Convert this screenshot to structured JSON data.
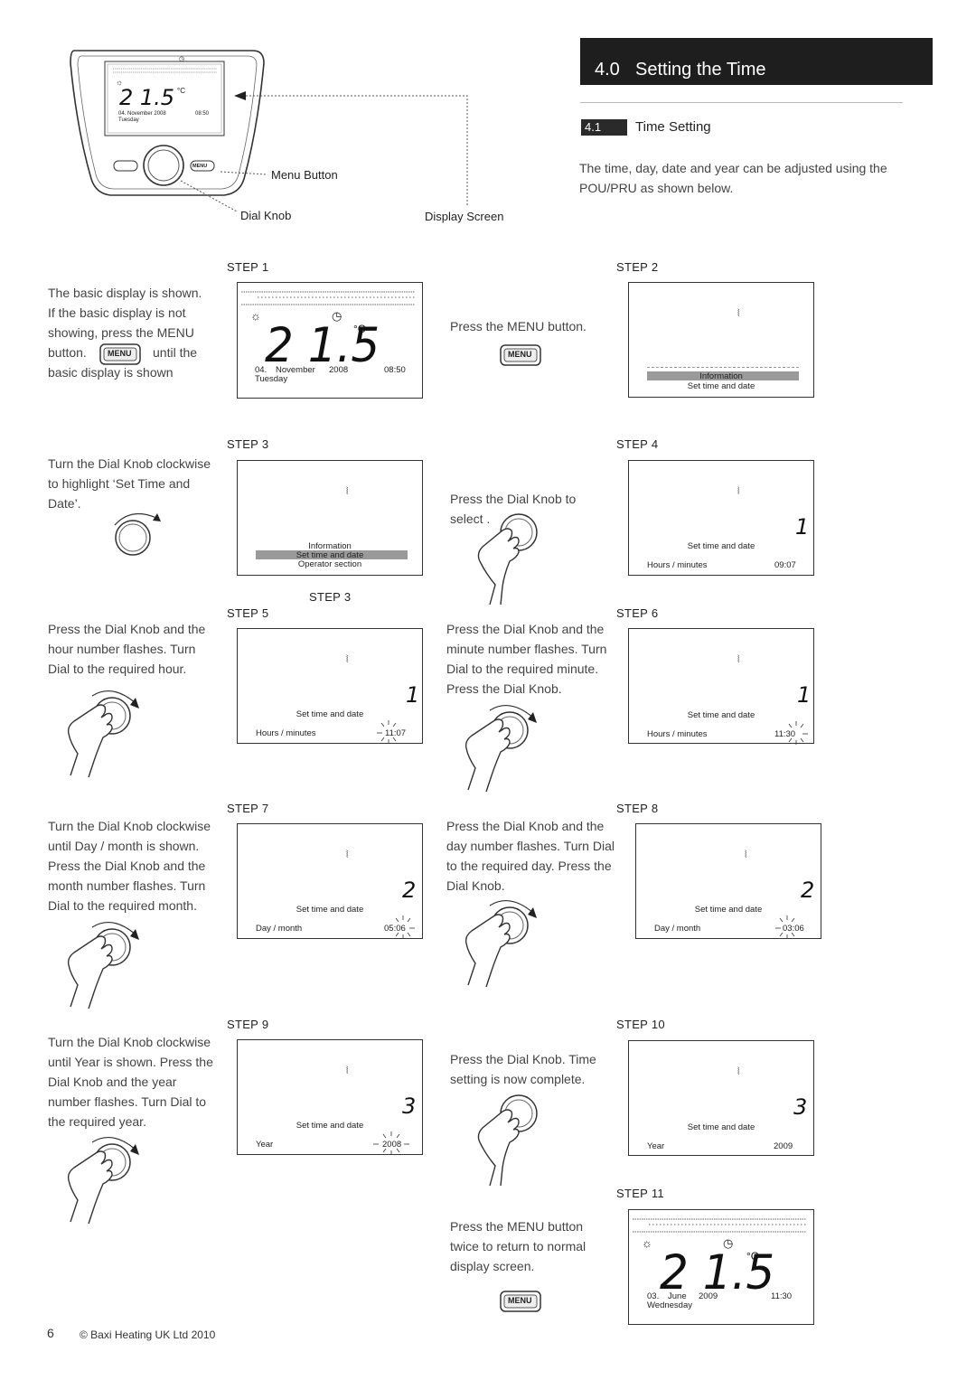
{
  "header": {
    "number": "4.0",
    "title": "Setting the Time"
  },
  "subsection": {
    "number": "4.1",
    "title": "Time Setting"
  },
  "intro": {
    "line1": "The time, day, date and year can be adjusted using the",
    "line2": "POU/PRU as shown below."
  },
  "device": {
    "labels": {
      "menu_button": "Menu Button",
      "dial_knob": "Dial Knob",
      "display_screen": "Display Screen"
    },
    "screen": {
      "temp": "2 1.5",
      "unit": "°C",
      "date": "04. November 2008",
      "time": "08:50",
      "weekday": "Tuesday"
    },
    "menu_text": "MENU"
  },
  "steps": {
    "s1": {
      "label": "STEP 1",
      "date_day": "04.",
      "month": "November",
      "year": "2008",
      "time": "08:50",
      "weekday": "Tuesday",
      "temp": "2 1.5",
      "unit": "°C"
    },
    "s2": {
      "label": "STEP 2",
      "menu1": "Information",
      "menu2": "Set time and date"
    },
    "s3": {
      "label": "STEP 3",
      "menu1": "Information",
      "menu2": "Set time and date",
      "menu3": "Operator section",
      "label_below": "STEP 3"
    },
    "s4": {
      "label": "STEP 4",
      "digit": "1",
      "title": "Set time and date",
      "field": "Hours / minutes",
      "value": "09:07"
    },
    "s5": {
      "label": "STEP 5",
      "digit": "1",
      "title": "Set time and date",
      "field": "Hours / minutes",
      "value": "11:07"
    },
    "s6": {
      "label": "STEP 6",
      "digit": "1",
      "title": "Set time and date",
      "field": "Hours / minutes",
      "value": "11:30"
    },
    "s7": {
      "label": "STEP 7",
      "digit": "2",
      "title": "Set time and date",
      "field": "Day / month",
      "value": "05:06"
    },
    "s8": {
      "label": "STEP 8",
      "digit": "2",
      "title": "Set time and date",
      "field": "Day / month",
      "value": "03:06"
    },
    "s9": {
      "label": "STEP 9",
      "digit": "3",
      "title": "Set time and date",
      "field": "Year",
      "value": "2008"
    },
    "s10": {
      "label": "STEP 10",
      "digit": "3",
      "title": "Set time and date",
      "field": "Year",
      "value": "2009"
    },
    "s11": {
      "label": "STEP 11",
      "date_day": "03.",
      "month": "June",
      "year": "2009",
      "time": "11:30",
      "weekday": "Wednesday",
      "temp": "2 1.5",
      "unit": "°C"
    }
  },
  "instructions": {
    "i1": [
      "The basic display is shown.",
      "If the basic display is not",
      "showing, press the MENU"
    ],
    "i1_button": "button.",
    "i1_until": "until the",
    "i1_last": "basic display is shown",
    "i2": [
      "Press the MENU button."
    ],
    "i3": [
      "Turn the Dial Knob clockwise",
      "to highlight ‘Set Time and",
      "Date’."
    ],
    "i4": [
      "Press the Dial Knob to",
      "select ."
    ],
    "i5": [
      "Press the Dial Knob and the",
      "hour number flashes. Turn",
      "Dial to the required hour."
    ],
    "i6": [
      "Press the Dial Knob and the",
      "minute number flashes. Turn",
      "Dial to the required minute.",
      "Press the Dial Knob."
    ],
    "i7": [
      "Turn the Dial Knob clockwise",
      "until Day / month is shown.",
      "Press the Dial Knob and the",
      "month number flashes. Turn",
      "Dial to the required month."
    ],
    "i8": [
      "Press the Dial Knob and the",
      "day number flashes. Turn Dial",
      "to the required day. Press the",
      "Dial Knob."
    ],
    "i9": [
      "Turn the Dial Knob clockwise",
      "until Year is shown. Press the",
      "Dial Knob and the year",
      "number flashes. Turn Dial to",
      "the required year."
    ],
    "i10": [
      "Press the Dial Knob. Time",
      "setting is now complete."
    ],
    "i11": [
      "Press the MENU button",
      "twice to return to normal",
      "display screen."
    ]
  },
  "footer": {
    "page": "6",
    "copyright": "© Baxi Heating UK Ltd 2010"
  }
}
